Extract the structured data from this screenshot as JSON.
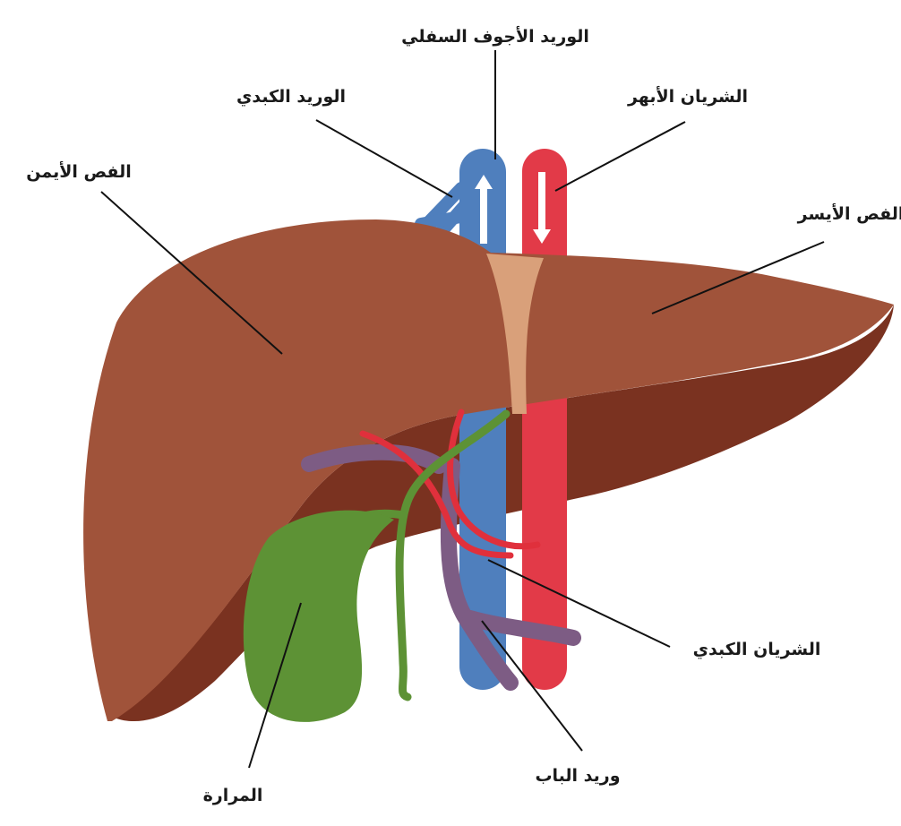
{
  "colors": {
    "liver": "#a0533a",
    "liver_underside": "#7a3220",
    "ligament": "#d9a07a",
    "vena_cava": "#4f7fbd",
    "aorta": "#e23a48",
    "portal_vein": "#7d5c84",
    "hepatic_artery": "#e0303c",
    "bile_duct": "#5d9235",
    "gallbladder": "#5d9235"
  },
  "labels": {
    "inferior_vena_cava": "الوريد الأجوف السفلي",
    "hepatic_vein": "الوريد الكبدي",
    "aorta": "الشريان الأبهر",
    "right_lobe": "الفص الأيمن",
    "left_lobe": "الفص الأيسر",
    "hepatic_artery": "الشريان الكبدي",
    "portal_vein": "وريد الباب",
    "gallbladder": "المرارة"
  }
}
